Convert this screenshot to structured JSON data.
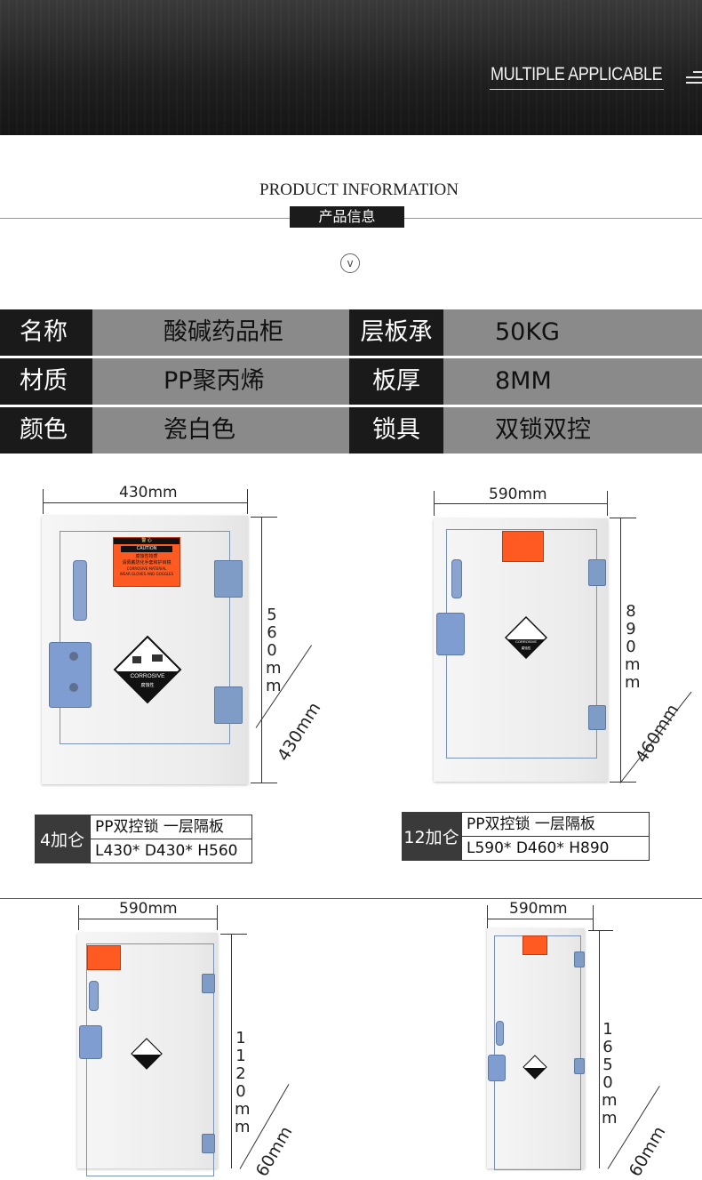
{
  "hero": {
    "title": "MULTIPLE APPLICABLE"
  },
  "info": {
    "title": "PRODUCT INFORMATION",
    "subtitle": "产品信息",
    "down_symbol": "v"
  },
  "specs": [
    {
      "k1": "名称",
      "v1": "酸碱药品柜",
      "k2": "层板承重",
      "v2": "50KG"
    },
    {
      "k1": "材质",
      "v1": "PP聚丙烯",
      "k2": "板厚",
      "v2": "8MM"
    },
    {
      "k1": "颜色",
      "v1": "瓷白色",
      "k2": "锁具",
      "v2": "双锁双控"
    }
  ],
  "products": [
    {
      "width": "430mm",
      "height": [
        "5",
        "6",
        "0",
        "m",
        "m"
      ],
      "depth": "430mm",
      "tag": "4加仑",
      "line1": "PP双控锁 一层隔板",
      "line2": "L430* D430* H560",
      "label_top": "警 心",
      "label_caution": "CAUTION",
      "label_cn": "腐蚀性物质",
      "label_cn2": "请佩戴防化手套和护目镜",
      "label_en": "CORROSIVE MATERIAL",
      "label_en2": "WEAR GLOVES AND GOGGLES",
      "diamond_text": "CORROSIVE",
      "diamond_cn": "腐蚀性"
    },
    {
      "width": "590mm",
      "height": [
        "8",
        "9",
        "0",
        "m",
        "m"
      ],
      "depth": "460mm",
      "tag": "12加仑",
      "line1": "PP双控锁 一层隔板",
      "line2": "L590* D460* H890",
      "diamond_text": "CORROSIVE",
      "diamond_cn": "腐蚀性"
    },
    {
      "width": "590mm",
      "height": [
        "1",
        "1",
        "2",
        "0",
        "m",
        "m"
      ],
      "depth": "60mm"
    },
    {
      "width": "590mm",
      "height": [
        "1",
        "6",
        "5",
        "0",
        "m",
        "m"
      ],
      "depth": "60mm"
    }
  ]
}
